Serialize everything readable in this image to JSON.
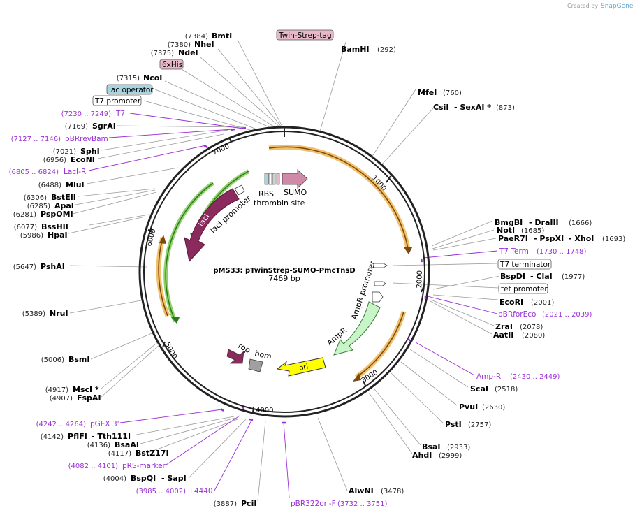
{
  "credit": {
    "created_by": "Created by",
    "brand": "SnapGene"
  },
  "plasmid": {
    "name": "pMS33: pTwinStrep-SUMO-PmcTnsD",
    "size": "7469 bp"
  },
  "ticks": [
    "1000",
    "2000",
    "3000",
    "4000",
    "5000",
    "6000",
    "7000"
  ],
  "features": {
    "rbs": "RBS",
    "sumo": "SUMO",
    "thrombin": "thrombin site",
    "laci": "lacI",
    "laci_promoter": "lacI promoter",
    "ampr": "AmpR",
    "ampr_promoter": "AmpR promoter",
    "ori": "ori",
    "rop": "rop",
    "bom": "bom"
  },
  "labels": {
    "bmti": {
      "pos": "(7384)",
      "name": "BmtI"
    },
    "nhei": {
      "pos": "(7380)",
      "name": "NheI"
    },
    "ndei": {
      "pos": "(7375)",
      "name": "NdeI"
    },
    "ncoi": {
      "pos": "(7315)",
      "name": "NcoI"
    },
    "sgrai": {
      "pos": "(7169)",
      "name": "SgrAI"
    },
    "sphi": {
      "pos": "(7021)",
      "name": "SphI"
    },
    "econi": {
      "pos": "(6956)",
      "name": "EcoNI"
    },
    "mlui": {
      "pos": "(6488)",
      "name": "MluI"
    },
    "bsteii": {
      "pos": "(6306)",
      "name": "BstEII"
    },
    "apai": {
      "pos": "(6285)",
      "name": "ApaI"
    },
    "pspomi": {
      "pos": "(6281)",
      "name": "PspOMI"
    },
    "bsshii": {
      "pos": "(6077)",
      "name": "BssHII"
    },
    "hpai": {
      "pos": "(5986)",
      "name": "HpaI"
    },
    "pshai": {
      "pos": "(5647)",
      "name": "PshAI"
    },
    "nrui": {
      "pos": "(5389)",
      "name": "NruI"
    },
    "bsmi": {
      "pos": "(5006)",
      "name": "BsmI"
    },
    "msci": {
      "pos": "(4917)",
      "name": "MscI *"
    },
    "fspai": {
      "pos": "(4907)",
      "name": "FspAI"
    },
    "pflfi": {
      "pos": "(4142)",
      "name": "PflFI",
      "name2": "- Tth111I"
    },
    "bsaai": {
      "pos": "(4136)",
      "name": "BsaAI"
    },
    "bstz17i": {
      "pos": "(4117)",
      "name": "BstZ17I"
    },
    "bspqi": {
      "pos": "(4004)",
      "name": "BspQI",
      "name2": "- SapI"
    },
    "pcii": {
      "pos": "(3887)",
      "name": "PciI"
    },
    "alwni": {
      "pos": "(3478)",
      "name": "AlwNI"
    },
    "bamhi": {
      "pos": "(292)",
      "name": "BamHI"
    },
    "mfei": {
      "pos": "(760)",
      "name": "MfeI"
    },
    "csii": {
      "pos": "(873)",
      "name": "CsiI",
      "name2": "- SexAI *"
    },
    "bmgbi": {
      "pos": "(1666)",
      "name": "BmgBI",
      "name2": "- DraIII"
    },
    "noti": {
      "pos": "(1685)",
      "name": "NotI"
    },
    "paer7i": {
      "pos": "(1693)",
      "name": "PaeR7I",
      "name2": "- PspXI",
      "name3": "- XhoI"
    },
    "bspdi": {
      "pos": "(1977)",
      "name": "BspDI",
      "name2": "- ClaI"
    },
    "ecori": {
      "pos": "(2001)",
      "name": "EcoRI"
    },
    "zrai": {
      "pos": "(2078)",
      "name": "ZraI"
    },
    "aatii": {
      "pos": "(2080)",
      "name": "AatII"
    },
    "scai": {
      "pos": "(2518)",
      "name": "ScaI"
    },
    "pvui": {
      "pos": "(2630)",
      "name": "PvuI"
    },
    "psti": {
      "pos": "(2757)",
      "name": "PstI"
    },
    "bsai": {
      "pos": "(2933)",
      "name": "BsaI"
    },
    "ahdi": {
      "pos": "(2999)",
      "name": "AhdI"
    }
  },
  "primers": {
    "t7": {
      "pos": "(7230 .. 7249)",
      "name": "T7"
    },
    "pbrrevbam": {
      "pos": "(7127 .. 7146)",
      "name": "pBRrevBam"
    },
    "laci_r": {
      "pos": "(6805 .. 6824)",
      "name": "LacI-R"
    },
    "pgex3": {
      "pos": "(4242 .. 4264)",
      "name": "pGEX 3'"
    },
    "prs_marker": {
      "pos": "(4082 .. 4101)",
      "name": "pRS-marker"
    },
    "l4440": {
      "pos": "(3985 .. 4002)",
      "name": "L4440"
    },
    "pbr322ori_f": {
      "pos": "(3732 .. 3751)",
      "name": "pBR322ori-F"
    },
    "t7_term": {
      "pos": "(1730 .. 1748)",
      "name": "T7 Term"
    },
    "pbrforeco": {
      "pos": "(2021 .. 2039)",
      "name": "pBRforEco"
    },
    "amp_r": {
      "pos": "(2430 .. 2449)",
      "name": "Amp-R"
    }
  },
  "boxed": {
    "twin_strep": "Twin-Strep-tag",
    "his6": "6xHis",
    "lac_operator": "lac operator",
    "t7_promoter": "T7 promoter",
    "t7_terminator": "T7 terminator",
    "tet_promoter": "tet promoter"
  },
  "colors": {
    "backbone": "#222222",
    "orf_orange": "#f3c06a",
    "laci_green": "#8fd06a",
    "laci": "#8b2a5c",
    "ampr": "#c8f5c8",
    "ori": "#ffff00",
    "rop": "#8b2a5c",
    "bom": "#a0a0a0",
    "sumo": "#d08aa8",
    "primer": "#9b2fd6",
    "lac_operator": "#a8d4e0",
    "tag_box": "#e6b8c8"
  }
}
